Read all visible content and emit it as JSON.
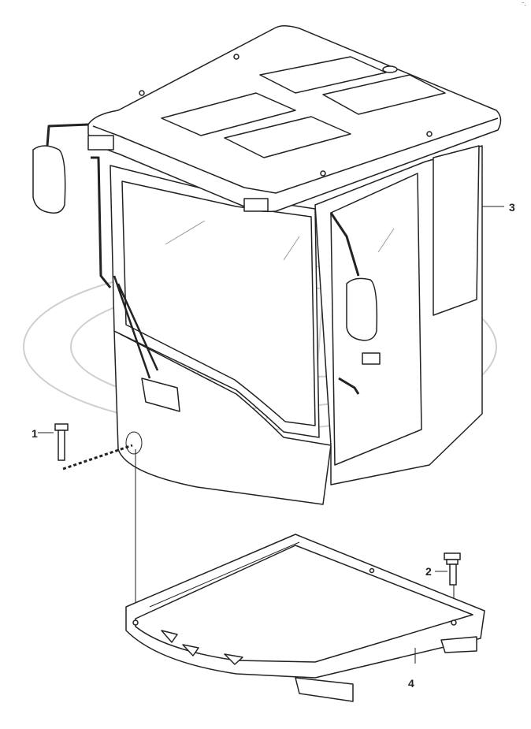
{
  "diagram": {
    "callouts": [
      {
        "id": "1",
        "label": "1"
      },
      {
        "id": "2",
        "label": "2"
      },
      {
        "id": "3",
        "label": "3"
      },
      {
        "id": "4",
        "label": "4"
      }
    ],
    "corner_mark": "˜-",
    "colors": {
      "line": "#222222",
      "watermark": "#cfcfcf",
      "background": "#ffffff"
    }
  }
}
